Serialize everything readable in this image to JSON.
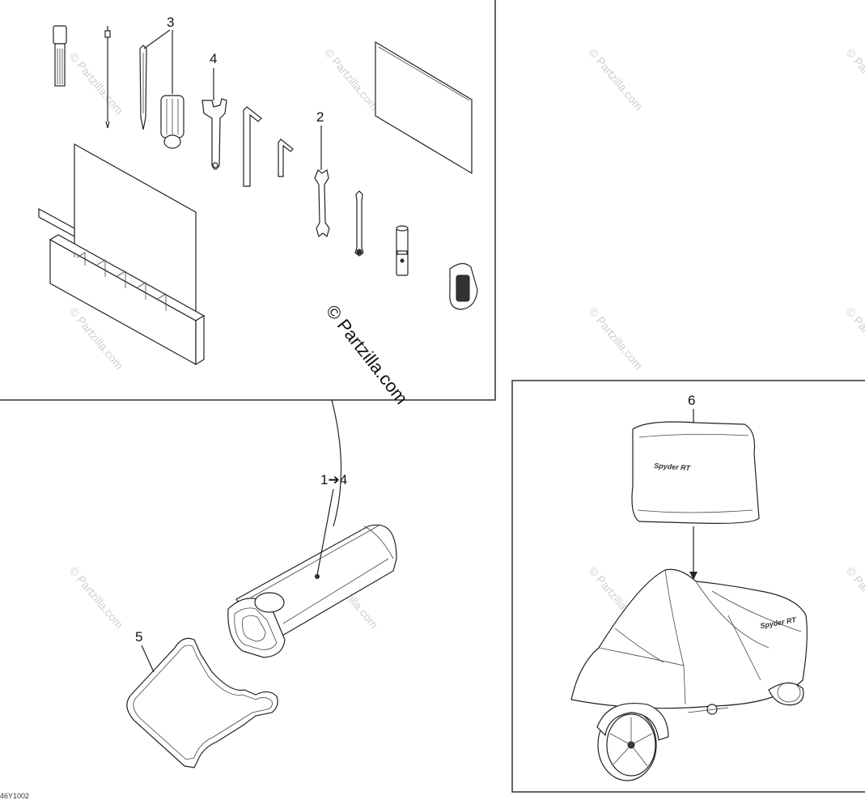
{
  "callouts": {
    "item1to4": "1➔4",
    "item2": "2",
    "item3": "3",
    "item4": "4",
    "item5": "5",
    "item6": "6"
  },
  "watermark": {
    "small": "© Partzilla.com",
    "large": "© Partzilla.com"
  },
  "figure_code": "46Y1002",
  "cover_logo_text": "Spyder RT"
}
